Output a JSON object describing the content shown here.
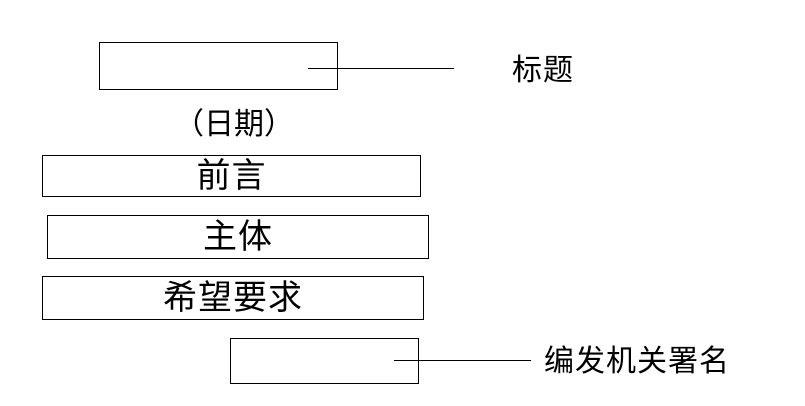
{
  "diagram": {
    "title_box": {
      "name": "title-placeholder",
      "text": "",
      "callout_label": "标题"
    },
    "date_text": "（日期）",
    "content_boxes": [
      {
        "label": "前言"
      },
      {
        "label": "主体"
      },
      {
        "label": "希望要求"
      }
    ],
    "signature_box": {
      "name": "signature-placeholder",
      "text": "",
      "callout_label": "编发机关署名"
    },
    "colors": {
      "stroke": "#000000",
      "background": "#ffffff",
      "text": "#000000"
    }
  }
}
